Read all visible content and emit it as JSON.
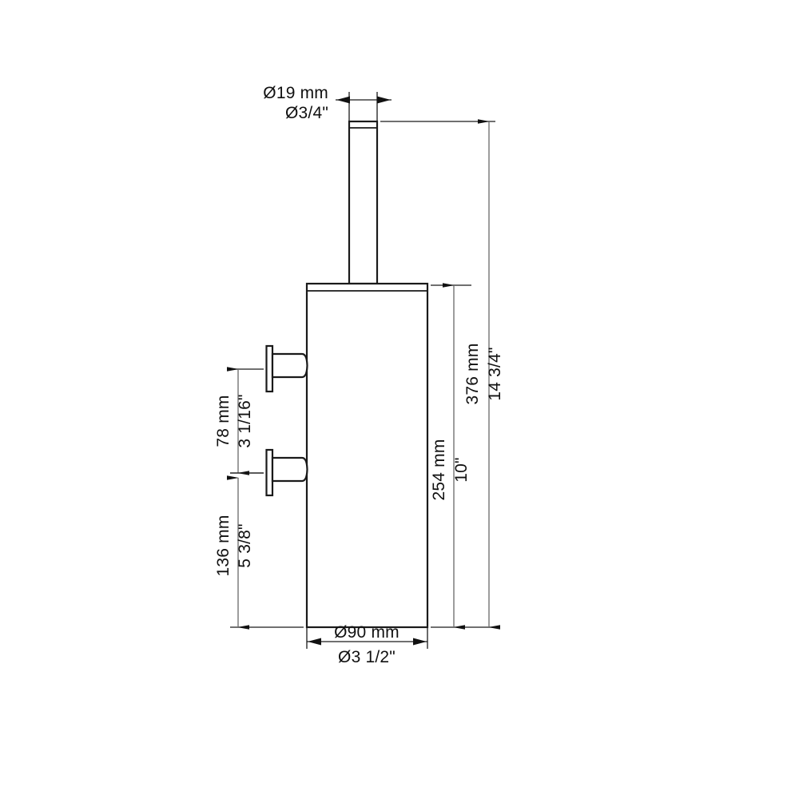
{
  "drawing": {
    "title": "Toilet brush holder technical dimension drawing",
    "background_color": "#ffffff",
    "line_color": "#1a1a1a",
    "dimension_line_color": "#7d7d7d",
    "text_color": "#111111"
  },
  "dimensions": {
    "handle_diameter": {
      "metric": "Ø19 mm",
      "imperial": "Ø3/4\"",
      "orientation": "horizontal",
      "position": "top"
    },
    "overall_height": {
      "metric": "376 mm",
      "imperial": "14 3/4\"",
      "orientation": "vertical",
      "position": "right-outer"
    },
    "container_height": {
      "metric": "254 mm",
      "imperial": "10\"",
      "orientation": "vertical",
      "position": "right-inner"
    },
    "bracket_spacing": {
      "metric": "78 mm",
      "imperial": "3 1/16\"",
      "orientation": "vertical",
      "position": "left-upper"
    },
    "lower_bracket_to_base": {
      "metric": "136 mm",
      "imperial": "5 3/8\"",
      "orientation": "vertical",
      "position": "left-lower"
    },
    "container_diameter": {
      "metric": "Ø90 mm",
      "imperial": "Ø3 1/2\"",
      "orientation": "horizontal",
      "position": "bottom"
    }
  },
  "parts": {
    "handle": "brush-handle-rod",
    "handle_cap": "handle-cap",
    "container": "brush-container-body",
    "container_lid": "container-lid-line",
    "upper_bracket": "upper-wall-bracket",
    "lower_bracket": "lower-wall-bracket"
  }
}
